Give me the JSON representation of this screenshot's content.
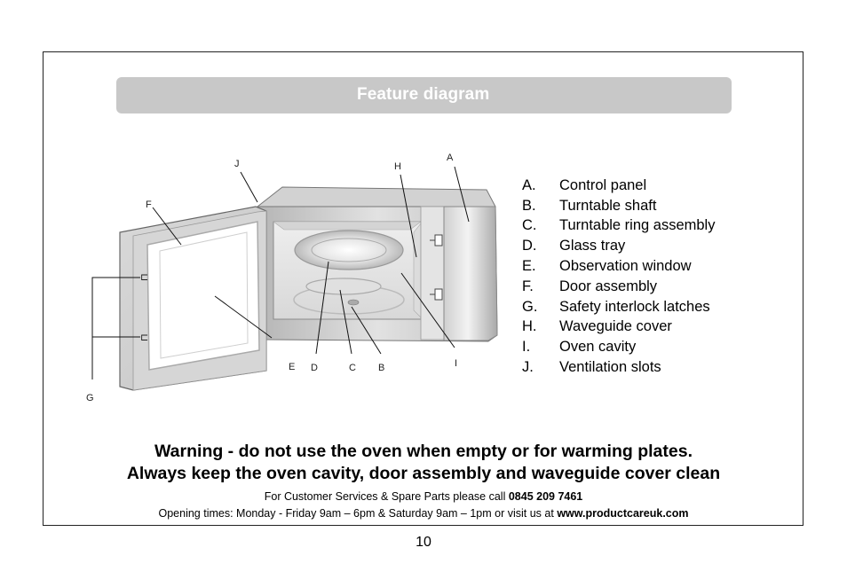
{
  "banner": {
    "title": "Feature diagram"
  },
  "diagram_labels": {
    "A": "A",
    "B": "B",
    "C": "C",
    "D": "D",
    "E": "E",
    "F": "F",
    "G": "G",
    "H": "H",
    "I": "I",
    "J": "J"
  },
  "legend": [
    {
      "letter": "A.",
      "text": "Control panel"
    },
    {
      "letter": "B.",
      "text": "Turntable shaft"
    },
    {
      "letter": "C.",
      "text": "Turntable ring assembly"
    },
    {
      "letter": "D.",
      "text": "Glass tray"
    },
    {
      "letter": "E.",
      "text": "Observation window"
    },
    {
      "letter": "F.",
      "text": "Door assembly"
    },
    {
      "letter": "G.",
      "text": "Safety interlock latches"
    },
    {
      "letter": "H.",
      "text": "Waveguide cover"
    },
    {
      "letter": "I.",
      "text": "Oven cavity"
    },
    {
      "letter": "J.",
      "text": "Ventilation slots"
    }
  ],
  "warning": {
    "line1": "Warning - do not use the oven when empty or for warming plates.",
    "line2": "Always keep the oven cavity, door assembly and waveguide cover clean"
  },
  "contact": {
    "line1_prefix": "For Customer Services & Spare Parts please call ",
    "phone": "0845 209 7461",
    "line2_prefix": "Opening times: Monday - Friday  9am – 6pm & Saturday 9am – 1pm or visit us at ",
    "website": "www.productcareuk.com"
  },
  "page_number": "10"
}
